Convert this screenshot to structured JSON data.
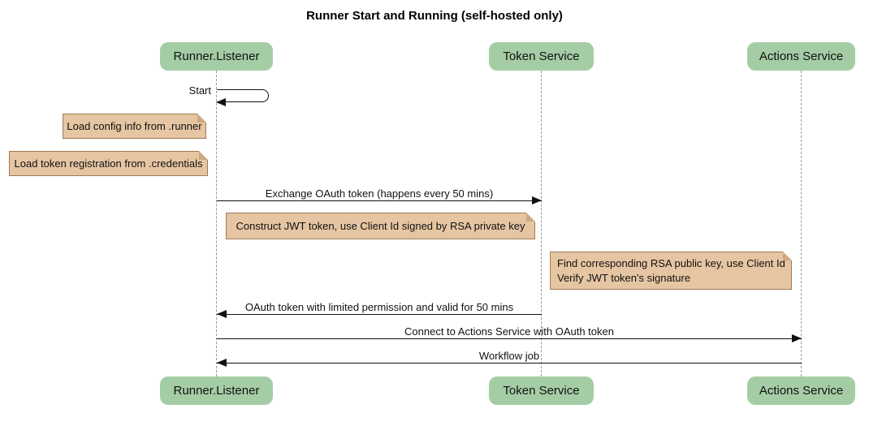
{
  "title": "Runner Start and Running (self-hosted only)",
  "participants": [
    {
      "name": "Runner.Listener"
    },
    {
      "name": "Token Service"
    },
    {
      "name": "Actions Service"
    }
  ],
  "messages": {
    "start": {
      "label": "Start",
      "from": "Runner.Listener",
      "to": "Runner.Listener",
      "kind": "self"
    },
    "exchange": {
      "label": "Exchange OAuth token (happens every 50 mins)",
      "from": "Runner.Listener",
      "to": "Token Service"
    },
    "oauth_return": {
      "label": "OAuth token with limited permission and valid for 50 mins",
      "from": "Token Service",
      "to": "Runner.Listener"
    },
    "connect": {
      "label": "Connect to Actions Service with OAuth token",
      "from": "Runner.Listener",
      "to": "Actions Service"
    },
    "workflow": {
      "label": "Workflow job",
      "from": "Actions Service",
      "to": "Runner.Listener"
    }
  },
  "notes": {
    "config": {
      "text": "Load config info from .runner",
      "attached_to": "Runner.Listener"
    },
    "credentials": {
      "text": "Load token registration from .credentials",
      "attached_to": "Runner.Listener"
    },
    "jwt": {
      "text": "Construct JWT token, use Client Id signed by RSA private key",
      "attached_to": "Token Service"
    },
    "verify": {
      "line1": "Find corresponding RSA public key, use Client Id",
      "line2": "Verify JWT token's signature",
      "attached_to": "Actions Service"
    }
  },
  "colors": {
    "participant_fill": "#A5CDA5",
    "note_fill": "#E6C5A3",
    "note_border": "#A07B53",
    "lifeline": "#999999",
    "arrow": "#111111",
    "background": "#ffffff"
  }
}
